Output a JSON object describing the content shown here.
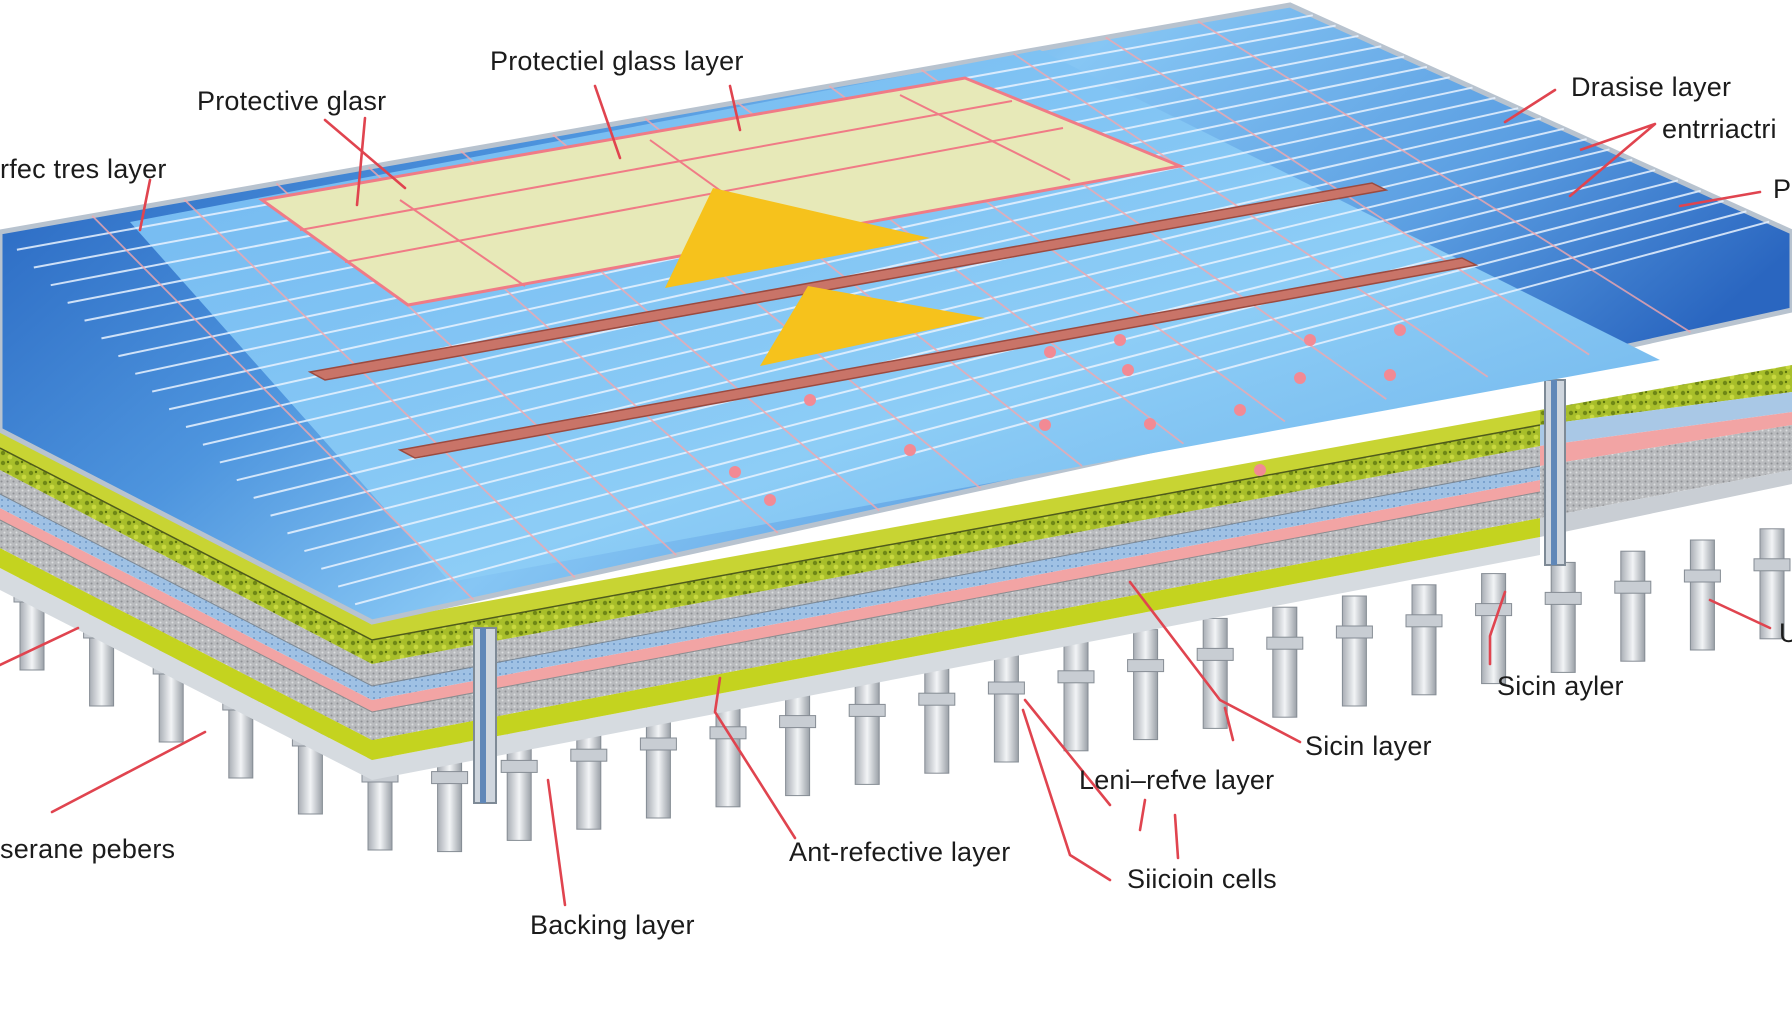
{
  "colors": {
    "panel_blue_dark": "#1d59b8",
    "panel_blue_light": "#7fc1f3",
    "glass_beige": "#e7e9b8",
    "grid_pink": "#f07b86",
    "triangle_yellow": "#f6c21c",
    "moss_green": "#8ea51e",
    "backing_yellow": "#c4d31f",
    "pink_layer": "#f2a4a4",
    "blue_layer": "#a9c8e6",
    "gray_layer": "#b4b6b9",
    "frame_silver": "#d3d7dc",
    "leader_red": "#e0444f",
    "label_text": "#1b1b1b"
  },
  "labels": [
    {
      "id": "protective-glass-layer-top",
      "text": "Protectiel glass   layer"
    },
    {
      "id": "protective-glass",
      "text": "Protective glasr"
    },
    {
      "id": "reflective-layer-left",
      "text": "rfec tres  layer"
    },
    {
      "id": "drasise-layer",
      "text": "Drasise layer"
    },
    {
      "id": "entrriactri",
      "text": "entrriactri"
    },
    {
      "id": "right-edge-p",
      "text": "P"
    },
    {
      "id": "right-edge-u",
      "text": "U"
    },
    {
      "id": "sicin-ayler",
      "text": "Sicin ayler"
    },
    {
      "id": "sicin-layer",
      "text": "Sicin layer"
    },
    {
      "id": "leni-refve-layer",
      "text": "Leni–refve layer"
    },
    {
      "id": "anti-reflective-layer",
      "text": "Ant-refective layer"
    },
    {
      "id": "siicioin-cells",
      "text": "Siicioin cells"
    },
    {
      "id": "backing-layer",
      "text": "Backing layer"
    },
    {
      "id": "serane-pebers",
      "text": "serane pebers"
    }
  ]
}
